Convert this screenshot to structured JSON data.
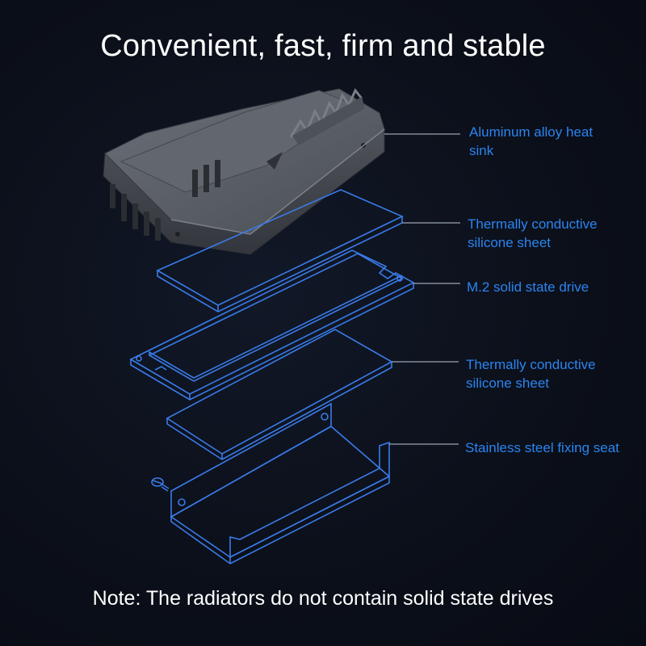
{
  "title": "Convenient, fast, firm and stable",
  "note": "Note: The radiators do not contain solid state drives",
  "colors": {
    "background": "#0b0f19",
    "accent": "#2b84f0",
    "outline": "#3a7be8",
    "heatsink": "#5b5f66"
  },
  "parts": [
    {
      "id": "heatsink",
      "label": "Aluminum alloy heat\nsink"
    },
    {
      "id": "pad-top",
      "label": "Thermally conductive\nsilicone sheet"
    },
    {
      "id": "ssd",
      "label": "M.2 solid state drive"
    },
    {
      "id": "pad-bottom",
      "label": "Thermally conductive\nsilicone sheet"
    },
    {
      "id": "seat",
      "label": "Stainless steel fixing seat"
    }
  ]
}
